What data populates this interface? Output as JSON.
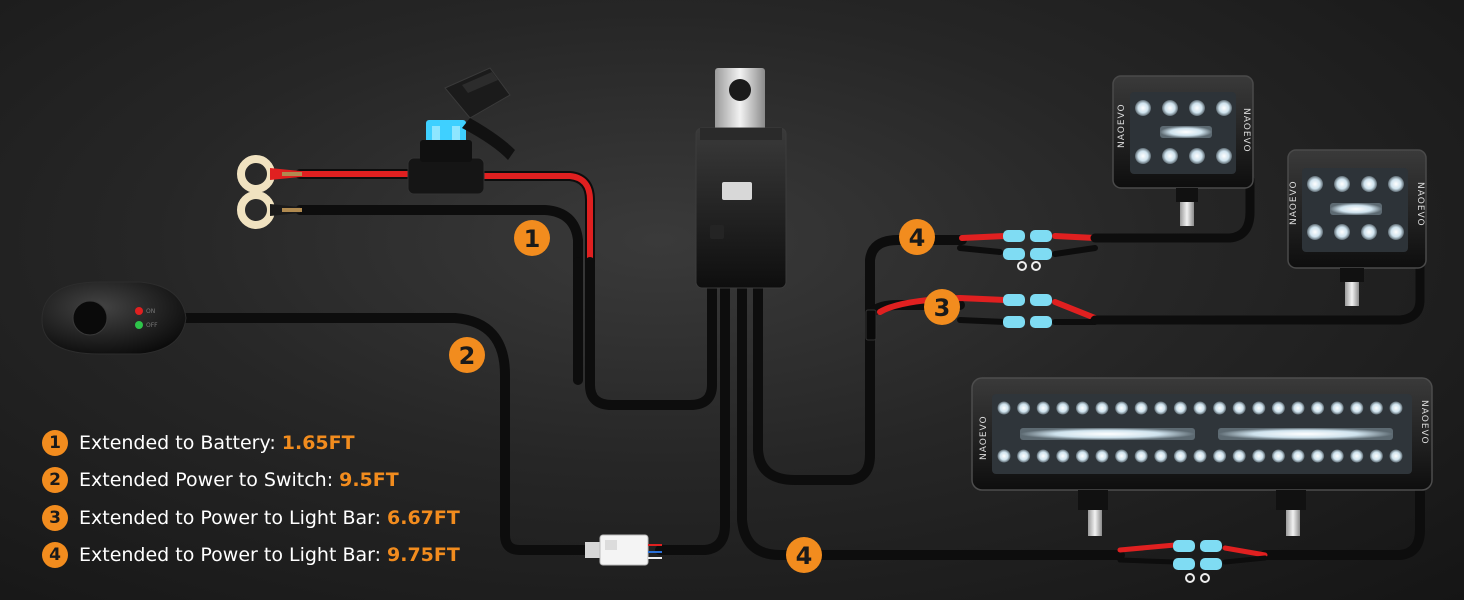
{
  "colors": {
    "background": "#222222",
    "accent": "#f28c1e",
    "wire_red": "#e02020",
    "wire_black": "#0d0d0d",
    "fuse": "#3fd0ff",
    "terminal": "#f0e2c0"
  },
  "diagram": {
    "badges": {
      "battery": "1",
      "switch": "2",
      "pod_upper": "4",
      "pod_lower": "3",
      "light_bar": "4"
    },
    "light_brand": "NAOEVO",
    "switch_led_labels": [
      "ON",
      "OFF"
    ],
    "components": [
      "ring-terminals",
      "inline-fuse",
      "relay",
      "rocker-switch",
      "connector-plug",
      "led-pod-light",
      "led-light-bar",
      "butt-splice-connectors"
    ]
  },
  "legend": [
    {
      "num": "1",
      "text": "Extended to Battery:",
      "value": "1.65FT"
    },
    {
      "num": "2",
      "text": "Extended Power to Switch:",
      "value": "9.5FT"
    },
    {
      "num": "3",
      "text": "Extended to Power to Light Bar:",
      "value": "6.67FT"
    },
    {
      "num": "4",
      "text": "Extended to Power to Light Bar:",
      "value": "9.75FT"
    }
  ]
}
